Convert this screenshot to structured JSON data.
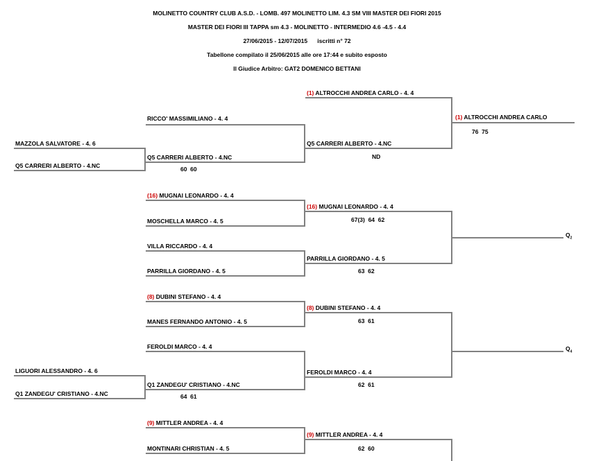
{
  "header": {
    "line1": "MOLINETTO COUNTRY CLUB A.S.D. - LOMB. 497 MOLINETTO LIM. 4.3 SM VIII MASTER DEI FIORI 2015",
    "line2": "MASTER DEI FIORI III TAPPA sm 4.3 - MOLINETTO - INTERMEDIO 4.6 -4.5 - 4.4",
    "line3": "27/06/2015 - 12/07/2015      iscritti n° 72",
    "line4": "Tabellone compilato il 25/06/2015 alle ore 17:44 e subito esposto",
    "line5": "Il Giudice Arbitro: GAT2 DOMENICO BETTANI"
  },
  "round0": [
    {
      "name": "MAZZOLA SALVATORE - 4. 6"
    },
    {
      "name": "Q5 CARRERI ALBERTO - 4.NC"
    },
    {
      "name": "LIGUORI ALESSANDRO - 4. 6"
    },
    {
      "name": "Q1 ZANDEGU' CRISTIANO - 4.NC"
    }
  ],
  "round1": [
    {
      "seed": "",
      "name": "RICCO' MASSIMILIANO - 4. 4"
    },
    {
      "seed": "",
      "name": "Q5 CARRERI ALBERTO - 4.NC",
      "score": "60  60"
    },
    {
      "seed": "(16)",
      "name": " MUGNAI LEONARDO - 4. 4"
    },
    {
      "seed": "",
      "name": "MOSCHELLA MARCO - 4. 5"
    },
    {
      "seed": "",
      "name": "VILLA RICCARDO - 4. 4"
    },
    {
      "seed": "",
      "name": "PARRILLA GIORDANO - 4. 5"
    },
    {
      "seed": "(8)",
      "name": " DUBINI STEFANO - 4. 4"
    },
    {
      "seed": "",
      "name": "MANES FERNANDO ANTONIO - 4. 5"
    },
    {
      "seed": "",
      "name": "FEROLDI MARCO - 4. 4"
    },
    {
      "seed": "",
      "name": "Q1 ZANDEGU' CRISTIANO - 4.NC",
      "score": "64  61"
    },
    {
      "seed": "(9)",
      "name": " MITTLER ANDREA - 4. 4"
    },
    {
      "seed": "",
      "name": "MONTINARI CHRISTIAN - 4. 5"
    }
  ],
  "round2": [
    {
      "seed": "(1)",
      "name": " ALTROCCHI ANDREA CARLO - 4. 4"
    },
    {
      "seed": "",
      "name": "Q5 CARRERI ALBERTO - 4.NC",
      "score": "ND"
    },
    {
      "seed": "(16)",
      "name": " MUGNAI LEONARDO - 4. 4",
      "score": "67(3)  64  62"
    },
    {
      "seed": "",
      "name": "PARRILLA GIORDANO - 4. 5",
      "score": "63  62"
    },
    {
      "seed": "(8)",
      "name": " DUBINI STEFANO - 4. 4",
      "score": "63  61"
    },
    {
      "seed": "",
      "name": "FEROLDI MARCO - 4. 4",
      "score": "62  61"
    },
    {
      "seed": "(9)",
      "name": " MITTLER ANDREA - 4. 4",
      "score": "62  60"
    }
  ],
  "round3": [
    {
      "seed": "(1)",
      "name": " ALTROCCHI ANDREA CARLO",
      "score": "76  75"
    }
  ],
  "qualifiers": [
    {
      "label": "Q",
      "sub": "2"
    },
    {
      "label": "Q",
      "sub": "4"
    }
  ]
}
